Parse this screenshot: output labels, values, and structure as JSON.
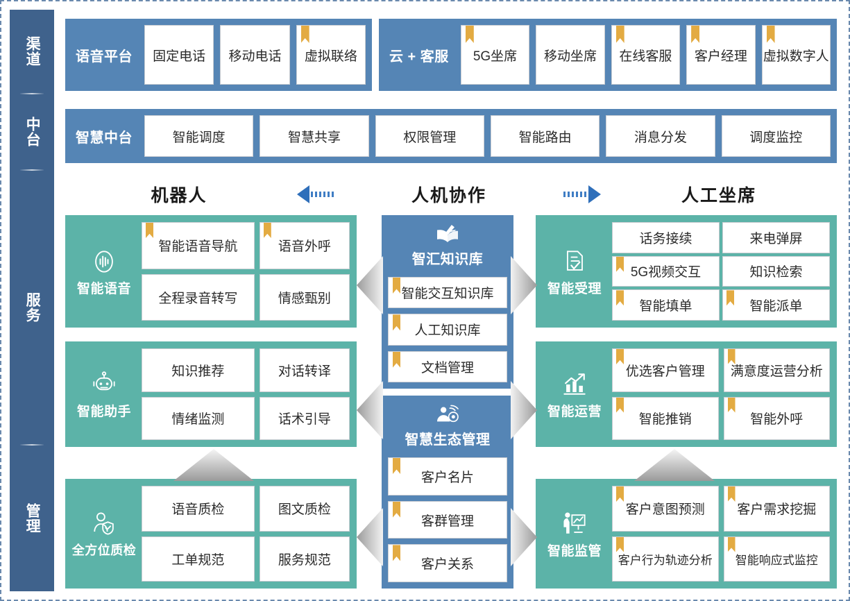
{
  "sidebar": {
    "items": [
      {
        "label": "渠道",
        "name": "sidebar-item-channel"
      },
      {
        "label": "中台",
        "name": "sidebar-item-midplatform"
      },
      {
        "label": "服务",
        "name": "sidebar-item-service"
      },
      {
        "label": "管理",
        "name": "sidebar-item-management"
      }
    ]
  },
  "channel": {
    "voice_platform": {
      "title": "语音平台",
      "items": [
        {
          "label": "固定电话",
          "ribbon": false
        },
        {
          "label": "移动电话",
          "ribbon": false
        },
        {
          "label": "虚拟联络",
          "ribbon": true
        }
      ]
    },
    "cloud_service": {
      "title": "云 + 客服",
      "items": [
        {
          "label": "5G坐席",
          "ribbon": true
        },
        {
          "label": "移动坐席",
          "ribbon": false
        },
        {
          "label": "在线客服",
          "ribbon": true
        },
        {
          "label": "客户经理",
          "ribbon": true
        },
        {
          "label": "虚拟数字人",
          "ribbon": true
        }
      ]
    }
  },
  "midplatform": {
    "title": "智慧中台",
    "items": [
      {
        "label": "智能调度",
        "ribbon": false
      },
      {
        "label": "智慧共享",
        "ribbon": false
      },
      {
        "label": "权限管理",
        "ribbon": false
      },
      {
        "label": "智能路由",
        "ribbon": false
      },
      {
        "label": "消息分发",
        "ribbon": false
      },
      {
        "label": "调度监控",
        "ribbon": false
      }
    ]
  },
  "collaboration": {
    "left_label": "机器人",
    "center_label": "人机协作",
    "right_label": "人工坐席"
  },
  "left_column": [
    {
      "name": "智能语音",
      "icon": "voice-wave-icon",
      "cells": [
        {
          "label": "智能语音导航",
          "ribbon": true
        },
        {
          "label": "语音外呼",
          "ribbon": true
        },
        {
          "label": "全程录音转写",
          "ribbon": false
        },
        {
          "label": "情感甄别",
          "ribbon": false
        }
      ]
    },
    {
      "name": "智能助手",
      "icon": "robot-icon",
      "cells": [
        {
          "label": "知识推荐",
          "ribbon": false
        },
        {
          "label": "对话转译",
          "ribbon": false
        },
        {
          "label": "情绪监测",
          "ribbon": false
        },
        {
          "label": "话术引导",
          "ribbon": false
        }
      ]
    },
    {
      "name": "全方位质检",
      "icon": "person-shield-icon",
      "cells": [
        {
          "label": "语音质检",
          "ribbon": false
        },
        {
          "label": "图文质检",
          "ribbon": false
        },
        {
          "label": "工单规范",
          "ribbon": false
        },
        {
          "label": "服务规范",
          "ribbon": false
        }
      ]
    }
  ],
  "center_column": [
    {
      "title": "智汇知识库",
      "icon": "open-book-pen-icon",
      "items": [
        {
          "label": "智能交互知识库",
          "ribbon": true
        },
        {
          "label": "人工知识库",
          "ribbon": true
        },
        {
          "label": "文档管理",
          "ribbon": true
        }
      ]
    },
    {
      "title": "智慧生态管理",
      "icon": "person-network-icon",
      "items": [
        {
          "label": "客户名片",
          "ribbon": true
        },
        {
          "label": "客群管理",
          "ribbon": true
        },
        {
          "label": "客户关系",
          "ribbon": true
        }
      ]
    }
  ],
  "right_column": [
    {
      "name": "智能受理",
      "icon": "document-check-icon",
      "cells": [
        {
          "label": "话务接续",
          "ribbon": false
        },
        {
          "label": "来电弹屏",
          "ribbon": false
        },
        {
          "label": "5G视频交互",
          "ribbon": true
        },
        {
          "label": "知识检索",
          "ribbon": false
        },
        {
          "label": "智能填单",
          "ribbon": true
        },
        {
          "label": "智能派单",
          "ribbon": true
        }
      ]
    },
    {
      "name": "智能运营",
      "icon": "chart-growth-icon",
      "cells": [
        {
          "label": "优选客户管理",
          "ribbon": true
        },
        {
          "label": "满意度运营分析",
          "ribbon": true
        },
        {
          "label": "智能推销",
          "ribbon": true
        },
        {
          "label": "智能外呼",
          "ribbon": true
        }
      ]
    },
    {
      "name": "智能监管",
      "icon": "presentation-person-icon",
      "cells": [
        {
          "label": "客户意图预测",
          "ribbon": true
        },
        {
          "label": "客户需求挖掘",
          "ribbon": true
        },
        {
          "label": "客户行为轨迹分析",
          "ribbon": true
        },
        {
          "label": "智能响应式监控",
          "ribbon": true
        }
      ]
    }
  ],
  "colors": {
    "sidebar_blue": "#3f628c",
    "panel_blue": "#5585b5",
    "panel_green": "#5cb3a8",
    "ribbon_gold": "#e3ab42",
    "arrow_blue": "#2f6fba",
    "card_white": "#ffffff"
  }
}
